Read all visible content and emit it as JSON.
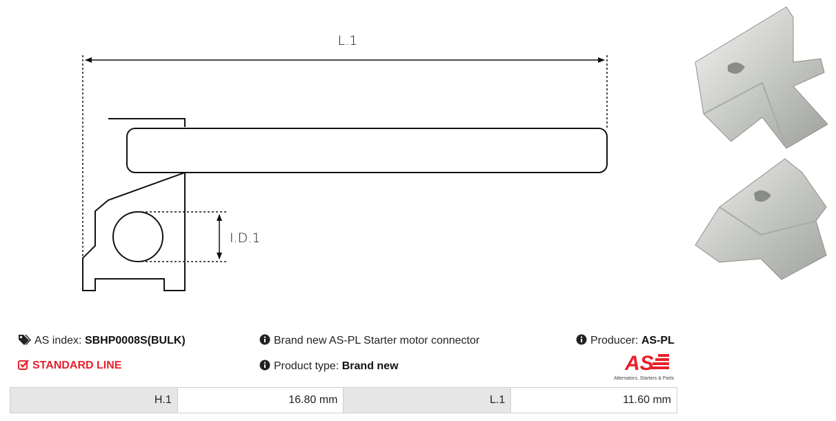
{
  "drawing": {
    "length_label": "L.1",
    "inner_diameter_label": "I.D.1"
  },
  "info": {
    "as_index_label": "AS index:",
    "as_index_value": "SBHP0008S(BULK)",
    "standard_line": "STANDARD LINE",
    "description": "Brand new AS-PL Starter motor connector",
    "product_type_label": "Product type:",
    "product_type_value": "Brand new",
    "producer_label": "Producer:",
    "producer_value": "AS-PL"
  },
  "logo": {
    "text": "AS",
    "caption": "Alternators, Starters & Parts",
    "brand_color": "#e8202a"
  },
  "specs": [
    {
      "label": "H.1",
      "value": "16.80 mm"
    },
    {
      "label": "L.1",
      "value": "11.60 mm"
    }
  ],
  "icons": {
    "tag": "tags-icon",
    "check": "checkbox-icon",
    "info": "info-circle-icon"
  }
}
